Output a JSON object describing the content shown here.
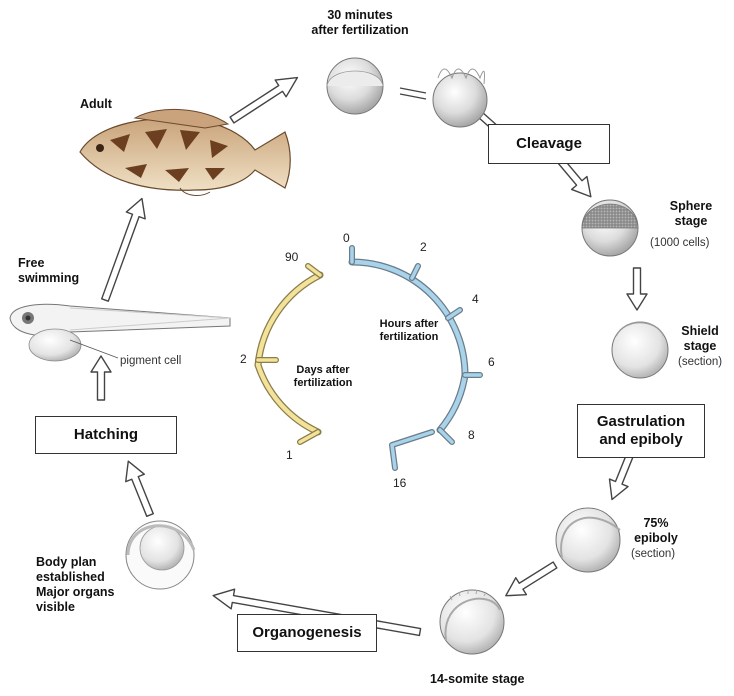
{
  "stages": {
    "thirty_min": "30 minutes\nafter fertilization",
    "adult": "Adult",
    "sphere": "Sphere\nstage",
    "sphere_cells": "(1000 cells)",
    "shield": "Shield\nstage",
    "shield_section": "(section)",
    "free_swimming": "Free\nswimming",
    "pigment_cell": "pigment cell",
    "epiboly75": "75%\nepiboly",
    "epiboly75_section": "(section)",
    "body_plan": "Body plan\nestablished\nMajor organs\nvisible",
    "somite14": "14-somite stage"
  },
  "boxes": {
    "cleavage": "Cleavage",
    "hatching": "Hatching",
    "gastrulation": "Gastrulation\nand epiboly",
    "organogenesis": "Organogenesis"
  },
  "clock": {
    "hours_label": "Hours after\nfertilization",
    "days_label": "Days after\nfertilization",
    "hour_ticks": [
      "0",
      "2",
      "4",
      "6",
      "8",
      "16"
    ],
    "day_ticks": [
      "90",
      "2",
      "1"
    ]
  },
  "colors": {
    "hours_arc": "#a9d3ea",
    "days_arc": "#f2e29a",
    "outline": "#333333",
    "embryo_fill": "#d8d8d8"
  }
}
